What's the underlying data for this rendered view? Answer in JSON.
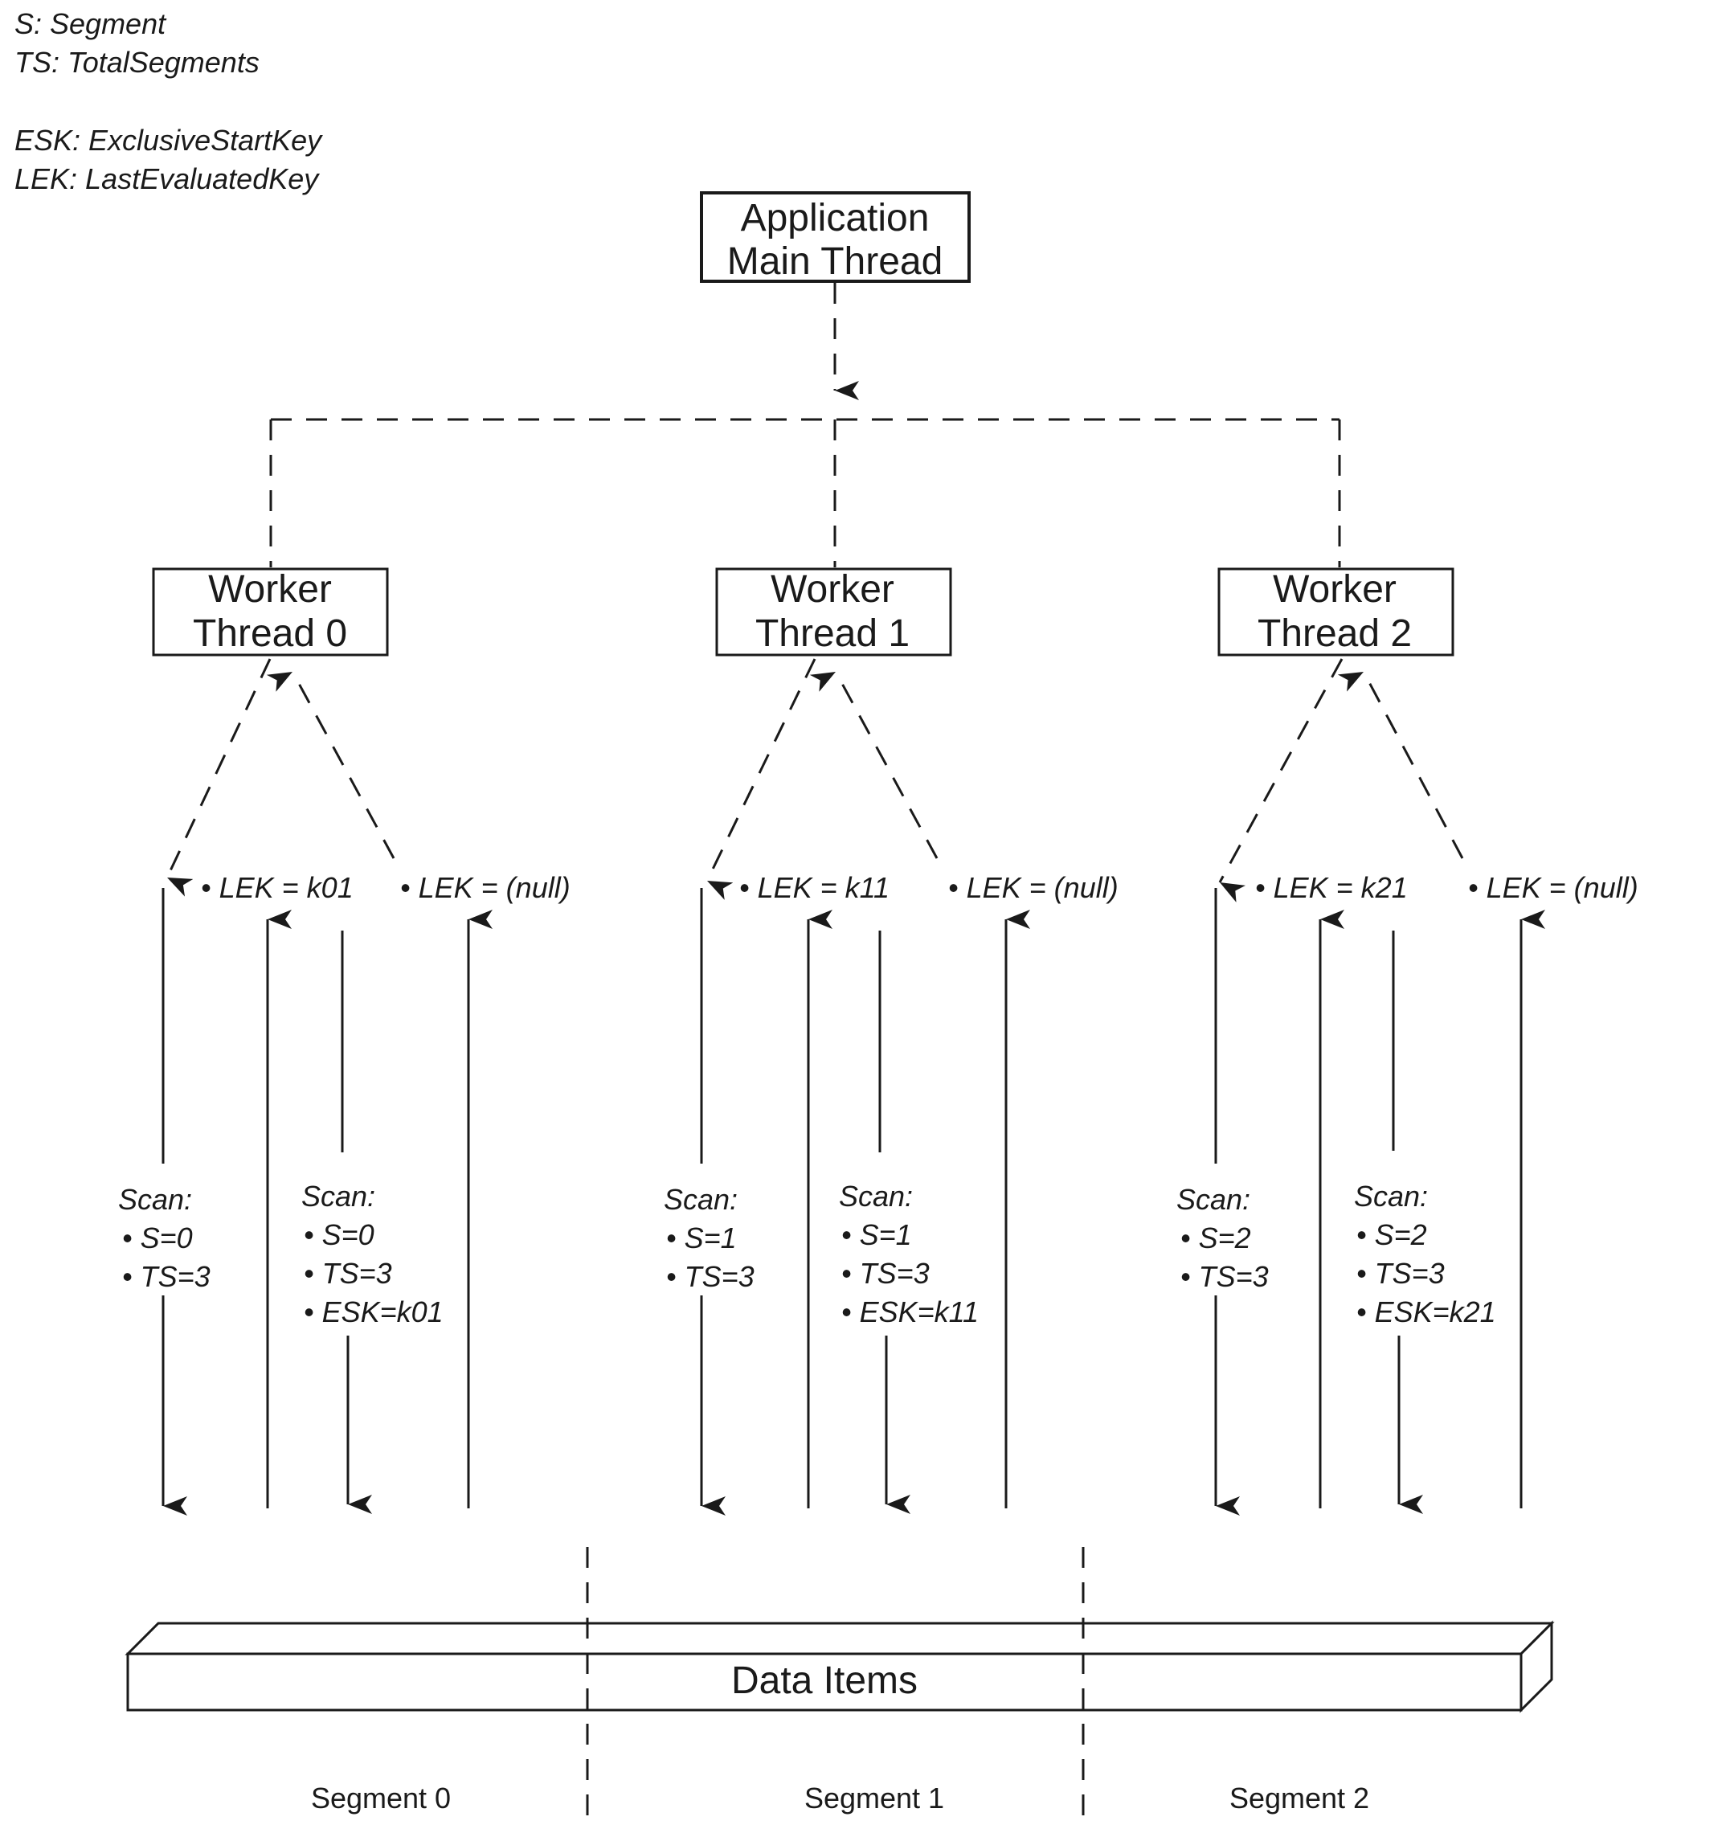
{
  "legend": [
    "S: Segment",
    "TS: TotalSegments",
    "ESK: ExclusiveStartKey",
    "LEK: LastEvaluatedKey"
  ],
  "main_thread": {
    "lines": [
      "Application",
      "Main Thread"
    ]
  },
  "workers": [
    {
      "lines": [
        "Worker",
        "Thread 0"
      ],
      "scan1": [
        "Scan:",
        "• S=0",
        "• TS=3"
      ],
      "scan2": [
        "Scan:",
        "• S=0",
        "• TS=3",
        "• ESK=k01"
      ],
      "lek1": "• LEK = k01",
      "lek2": "• LEK = (null)"
    },
    {
      "lines": [
        "Worker",
        "Thread 1"
      ],
      "scan1": [
        "Scan:",
        "• S=1",
        "• TS=3"
      ],
      "scan2": [
        "Scan:",
        "• S=1",
        "• TS=3",
        "• ESK=k11"
      ],
      "lek1": "• LEK = k11",
      "lek2": "• LEK = (null)"
    },
    {
      "lines": [
        "Worker",
        "Thread 2"
      ],
      "scan1": [
        "Scan:",
        "• S=2",
        "• TS=3"
      ],
      "scan2": [
        "Scan:",
        "• S=2",
        "• TS=3",
        "• ESK=k21"
      ],
      "lek1": "• LEK = k21",
      "lek2": "• LEK = (null)"
    }
  ],
  "data_items": "Data Items",
  "segments": [
    "Segment 0",
    "Segment 1",
    "Segment 2"
  ]
}
